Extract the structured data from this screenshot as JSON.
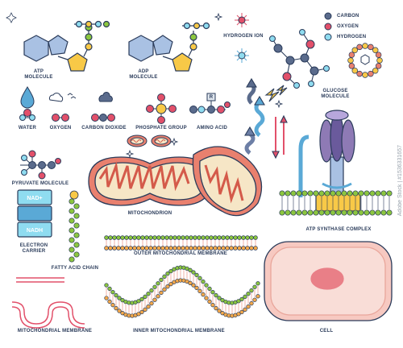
{
  "labels": {
    "atp": "ATP\nMOLECULE",
    "adp": "ADP\nMOLECULE",
    "hydrogen_ion": "HYDROGEN ION",
    "legend_carbon": "CARBON",
    "legend_oxygen": "OXYGEN",
    "legend_hydrogen": "HYDROGEN",
    "glucose": "GLUCOSE\nMOLECULE",
    "water": "WATER",
    "oxygen": "OXYGEN",
    "carbon_dioxide": "CARBON DIOXIDE",
    "phosphate_group": "PHOSPHATE GROUP",
    "amino_acid": "AMINO ACID",
    "pyruvate": "PYRUVATE MOLECULE",
    "mitochondrion": "MITOCHONDRION",
    "atp_synthase": "ATP SYNTHASE COMPLEX",
    "electron_carrier": "ELECTRON\nCARRIER",
    "fatty_acid_chain": "FATTY ACID CHAIN",
    "outer_membrane": "OUTER MITOCHONDRIAL MEMBRANE",
    "mito_membrane": "MITOCHONDRIAL MEMBRANE",
    "inner_membrane": "INNER MITOCHONDRIAL MEMBRANE",
    "cell": "CELL",
    "nad": "NAD+",
    "nadh": "NADH",
    "amino_r": "R",
    "watermark": "Adobe Stock | #1536331657"
  },
  "colors": {
    "carbon": "#5a6b8c",
    "oxygen": "#e2506a",
    "hydrogen": "#8fdcf0",
    "outline": "#2a3b5a",
    "mito_outer": "#e9806e",
    "mito_inner": "#f6e6c6",
    "membrane_head_green": "#8cc63f",
    "membrane_head_orange": "#f5a94a",
    "blue_shape": "#a9c1e3",
    "yellow_shape": "#f8c947",
    "synthase_purple": "#8e7ab5",
    "cell_fill": "#f7c9c1",
    "nucleus": "#e97f87"
  }
}
